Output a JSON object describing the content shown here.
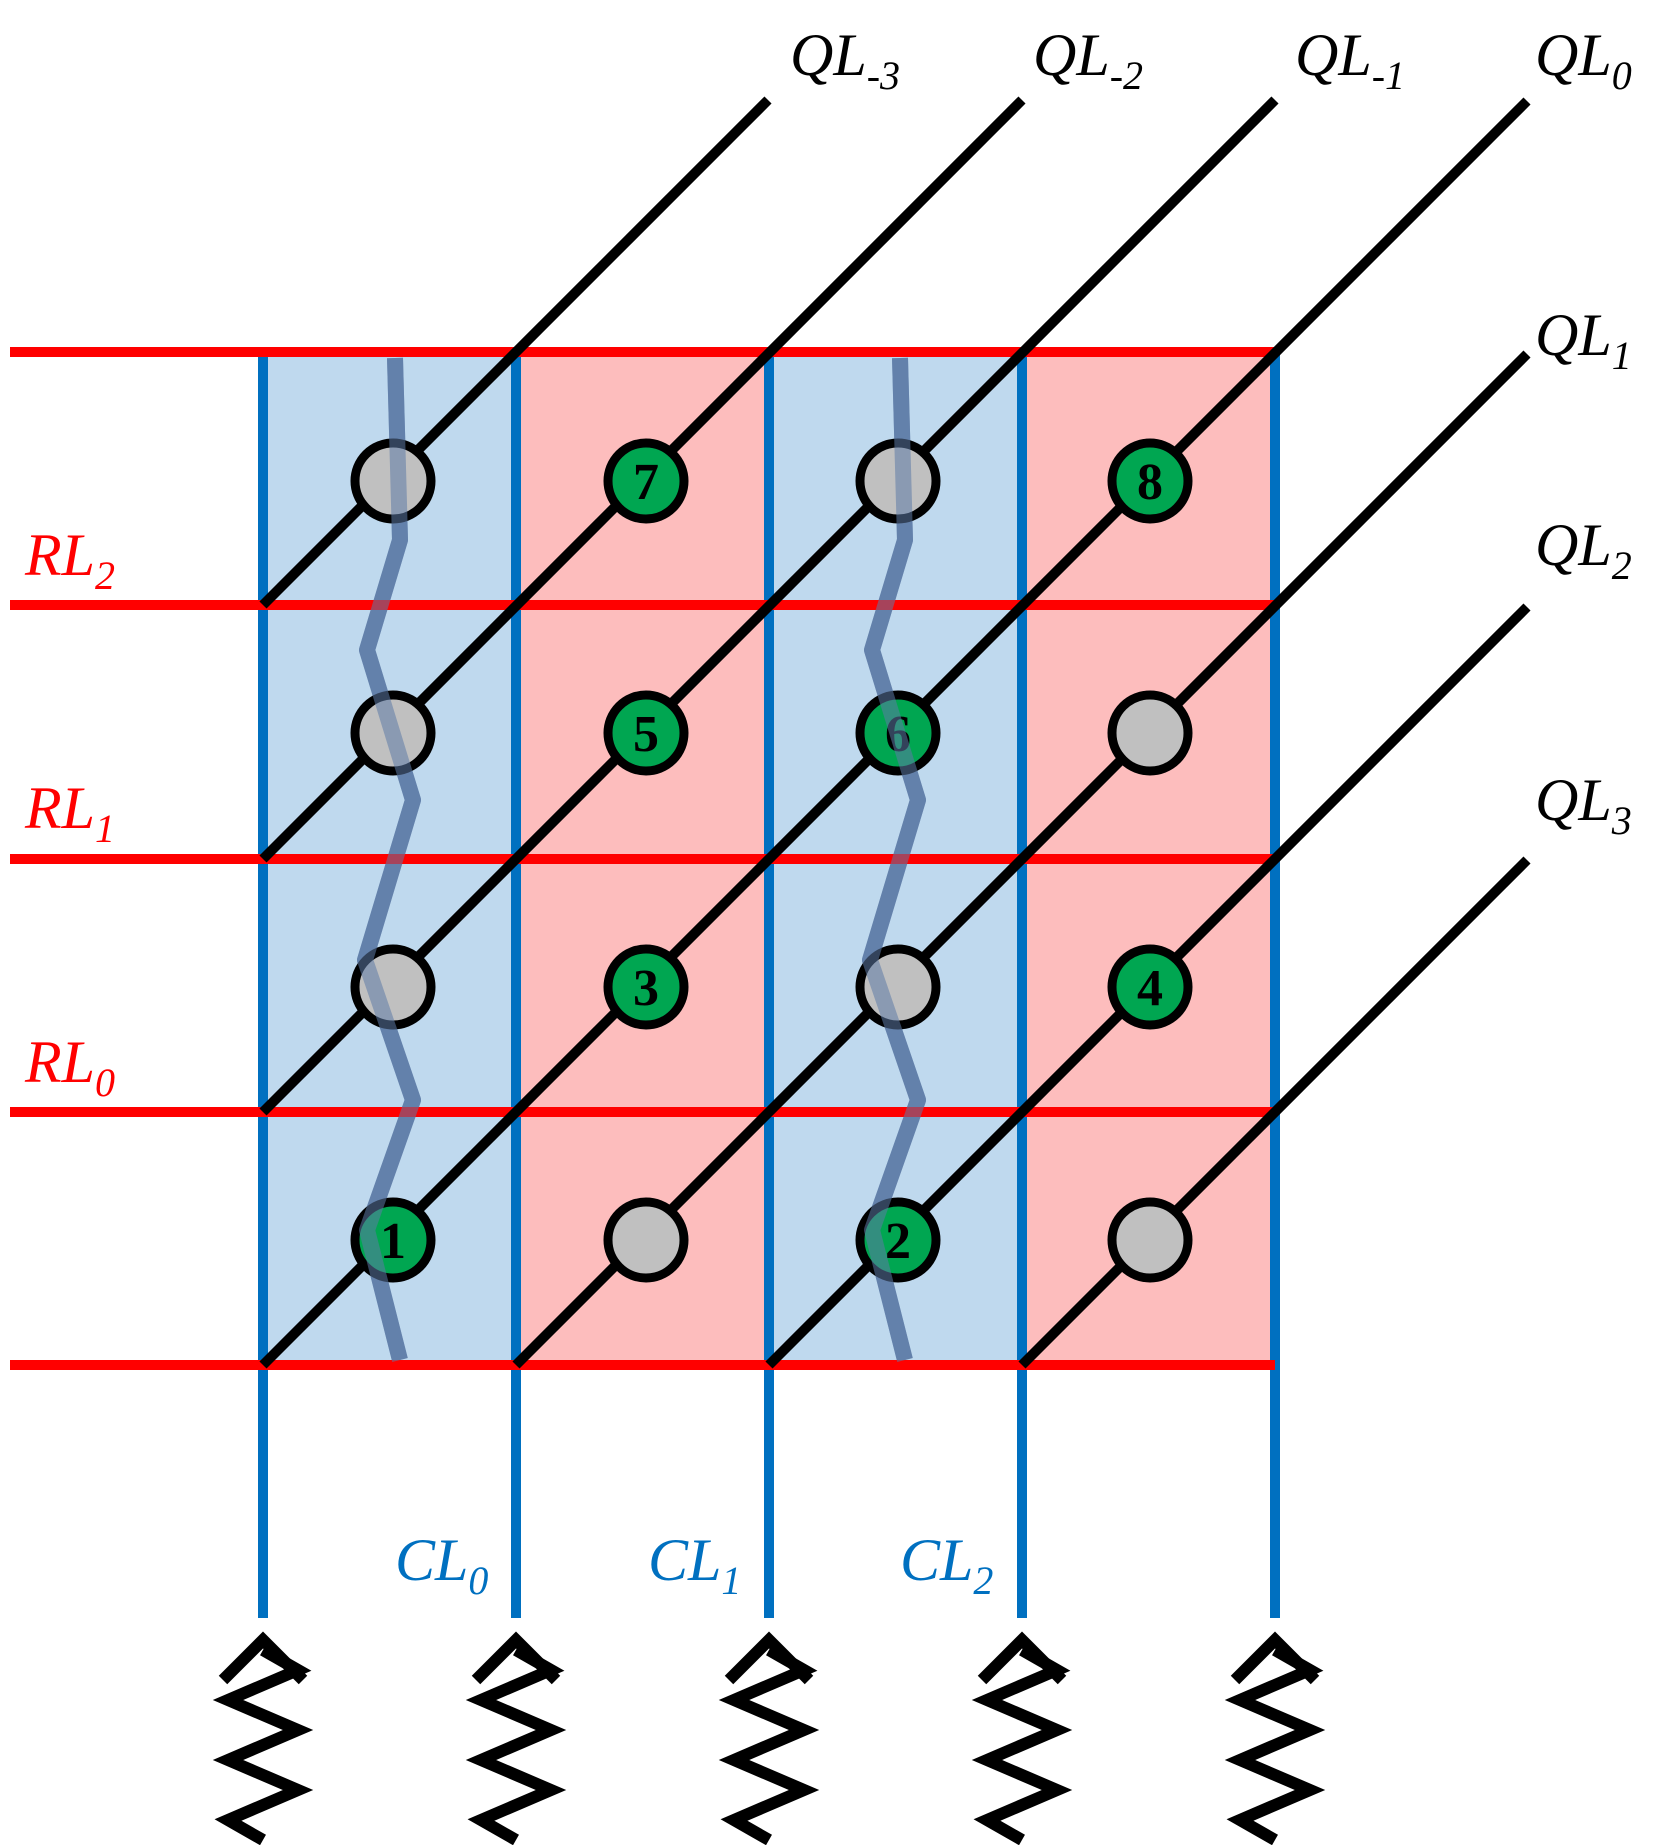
{
  "colors": {
    "row_line": "#ff0000",
    "column_line": "#0070c0",
    "blue_cell": "#bfd9ee",
    "red_cell": "#fdbdbd",
    "channel": "#5c7aa6",
    "diagonal": "#000000",
    "active_node": "#00a651",
    "inactive_node": "#c0c0c0"
  },
  "row_labels": [
    {
      "main": "RL",
      "sub": "2"
    },
    {
      "main": "RL",
      "sub": "1"
    },
    {
      "main": "RL",
      "sub": "0"
    }
  ],
  "column_labels": [
    {
      "main": "CL",
      "sub": "0"
    },
    {
      "main": "CL",
      "sub": "1"
    },
    {
      "main": "CL",
      "sub": "2"
    }
  ],
  "diagonal_labels": [
    {
      "main": "QL",
      "sub": "-3"
    },
    {
      "main": "QL",
      "sub": "-2"
    },
    {
      "main": "QL",
      "sub": "-1"
    },
    {
      "main": "QL",
      "sub": "0"
    },
    {
      "main": "QL",
      "sub": "1"
    },
    {
      "main": "QL",
      "sub": "2"
    },
    {
      "main": "QL",
      "sub": "3"
    }
  ],
  "nodes": [
    {
      "row": 0,
      "col": 0,
      "label": ""
    },
    {
      "row": 0,
      "col": 1,
      "label": "7"
    },
    {
      "row": 0,
      "col": 2,
      "label": ""
    },
    {
      "row": 0,
      "col": 3,
      "label": "8"
    },
    {
      "row": 1,
      "col": 0,
      "label": ""
    },
    {
      "row": 1,
      "col": 1,
      "label": "5"
    },
    {
      "row": 1,
      "col": 2,
      "label": "6"
    },
    {
      "row": 1,
      "col": 3,
      "label": ""
    },
    {
      "row": 2,
      "col": 0,
      "label": ""
    },
    {
      "row": 2,
      "col": 1,
      "label": "3"
    },
    {
      "row": 2,
      "col": 2,
      "label": ""
    },
    {
      "row": 2,
      "col": 3,
      "label": "4"
    },
    {
      "row": 3,
      "col": 0,
      "label": "1"
    },
    {
      "row": 3,
      "col": 1,
      "label": ""
    },
    {
      "row": 3,
      "col": 2,
      "label": "2"
    },
    {
      "row": 3,
      "col": 3,
      "label": ""
    }
  ]
}
